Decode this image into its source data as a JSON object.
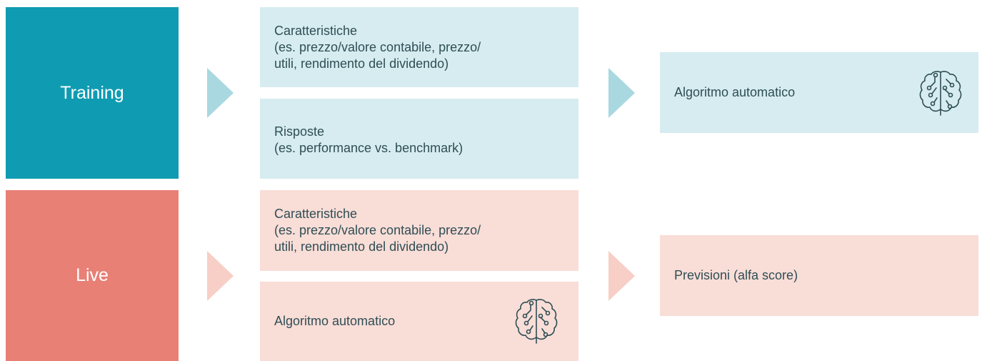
{
  "colors": {
    "training": "#0f9cb2",
    "live": "#e88076",
    "training_light": "#d6ecf0",
    "live_light": "#f9ddd7",
    "training_arrow": "#a9d8e1",
    "live_arrow": "#f7cfc6",
    "text": "#2f4e55"
  },
  "training": {
    "label": "Training",
    "features": {
      "title": "Caratteristiche",
      "lines": [
        "(es. prezzo/valore contabile, prezzo/",
        "utili, rendimento del dividendo)"
      ]
    },
    "responses": {
      "title": "Risposte",
      "lines": [
        "(es. performance vs. benchmark)"
      ]
    },
    "output": {
      "label": "Algoritmo automatico",
      "icon": "brain-icon"
    }
  },
  "live": {
    "label": "Live",
    "features": {
      "title": "Caratteristiche",
      "lines": [
        "(es. prezzo/valore contabile, prezzo/",
        "utili, rendimento del dividendo)"
      ]
    },
    "algorithm": {
      "label": "Algoritmo automatico",
      "icon": "brain-icon"
    },
    "output": {
      "label": "Previsioni (alfa score)"
    }
  }
}
